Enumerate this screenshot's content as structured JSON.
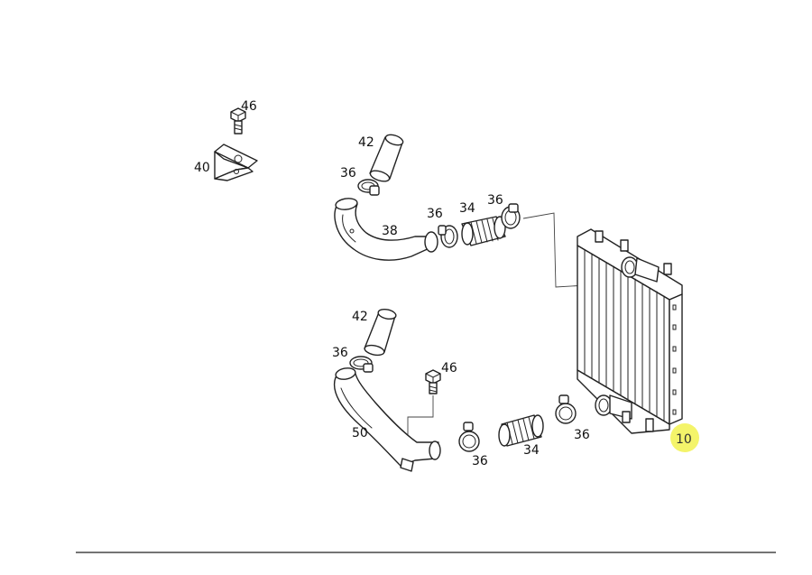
{
  "callouts": {
    "c1": "46",
    "c2": "40",
    "c3": "42",
    "c4": "36",
    "c5": "38",
    "c6": "36",
    "c7": "34",
    "c8": "36",
    "c9": "42",
    "c10": "36",
    "c11": "46",
    "c12": "50",
    "c13": "36",
    "c14": "34",
    "c15": "36"
  },
  "highlight": {
    "label": "10",
    "color": "#f4f46a"
  },
  "colors": {
    "line": "#222222",
    "background": "#ffffff"
  }
}
